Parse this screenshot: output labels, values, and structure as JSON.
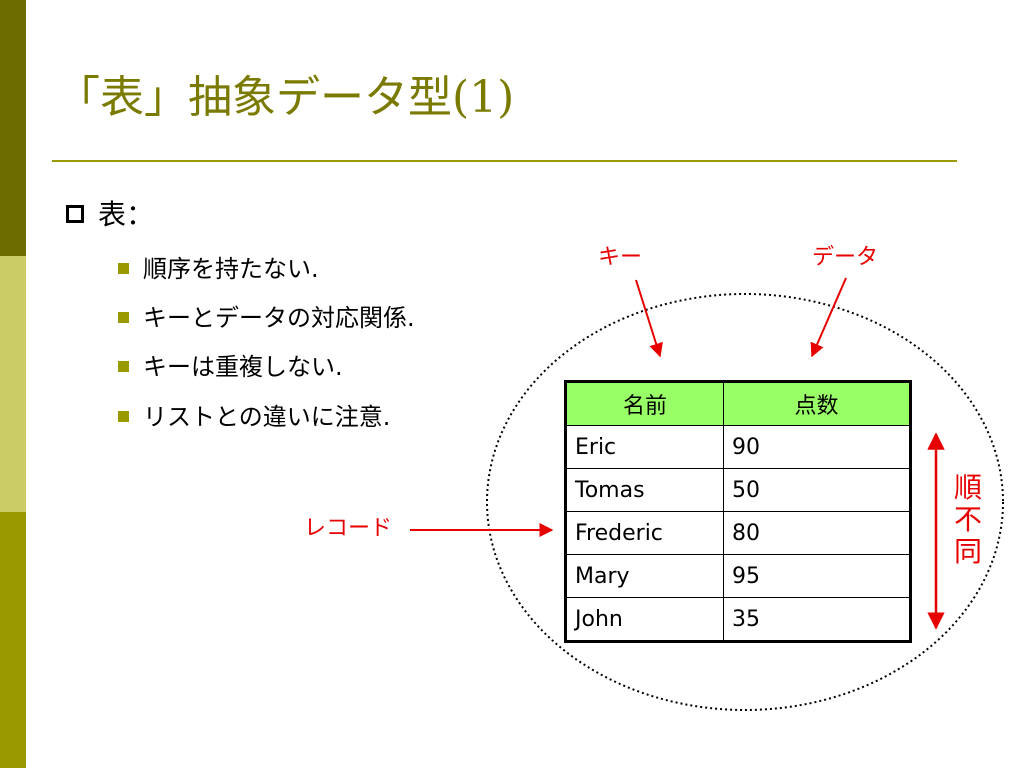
{
  "slide": {
    "title": "「表」抽象データ型",
    "title_paren": "(1)",
    "bullet_l1": "表：",
    "bullets_l2": [
      "順序を持たない.",
      "キーとデータの対応関係.",
      "キーは重複しない.",
      "リストとの違いに注意."
    ],
    "labels": {
      "key": "キー",
      "data": "データ",
      "record": "レコード",
      "order_chars": [
        "順",
        "不",
        "同"
      ]
    },
    "table": {
      "headers": [
        "名前",
        "点数"
      ],
      "rows": [
        [
          "Eric",
          "90"
        ],
        [
          "Tomas",
          "50"
        ],
        [
          "Frederic",
          "80"
        ],
        [
          "Mary",
          "95"
        ],
        [
          "John",
          "35"
        ]
      ]
    },
    "colors": {
      "title": "#7a7a00",
      "accent": "#999900",
      "annotation": "#e60000",
      "header_fill": "#99ff66"
    }
  }
}
